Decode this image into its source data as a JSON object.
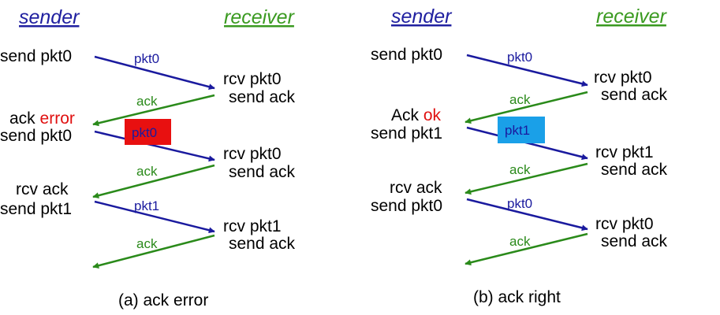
{
  "colors": {
    "sender_header": "#2020a0",
    "receiver_header": "#3a9a20",
    "pkt_arrow": "#1a1a9e",
    "ack_arrow": "#2a8a1a",
    "highlight_text": "#e01010",
    "box_error": "#e81010",
    "box_ok": "#1aa0e8"
  },
  "panel_a": {
    "sender_header": "sender",
    "receiver_header": "receiver",
    "send_pkt0_1": "send pkt0",
    "rcv_pkt0_1": "rcv pkt0",
    "send_ack_1": "send ack",
    "ack_word": "ack",
    "ack_status": "error",
    "send_pkt0_2": "send pkt0",
    "rcv_pkt0_2": "rcv pkt0",
    "send_ack_2": "send ack",
    "rcv_ack": "rcv ack",
    "send_pkt1": "send pkt1",
    "rcv_pkt1": "rcv pkt1",
    "send_ack_3": "send ack",
    "msg_pkt0_1": "pkt0",
    "msg_ack_1": "ack",
    "msg_pkt0_2": "pkt0",
    "msg_ack_2": "ack",
    "msg_pkt1": "pkt1",
    "msg_ack_3": "ack",
    "caption": "(a) ack error"
  },
  "panel_b": {
    "sender_header": "sender",
    "receiver_header": "receiver",
    "send_pkt0_1": "send pkt0",
    "rcv_pkt0_1": "rcv pkt0",
    "send_ack_1": "send ack",
    "ack_word": "Ack",
    "ack_status": "ok",
    "send_pkt1": "send pkt1",
    "rcv_pkt1": "rcv pkt1",
    "send_ack_2": "send ack",
    "rcv_ack": "rcv ack",
    "send_pkt0_2": "send pkt0",
    "rcv_pkt0_2": "rcv pkt0",
    "send_ack_3": "send ack",
    "msg_pkt0_1": "pkt0",
    "msg_ack_1": "ack",
    "msg_pkt1": "pkt1",
    "msg_ack_2": "ack",
    "msg_pkt0_2": "pkt0",
    "msg_ack_3": "ack",
    "caption": "(b) ack right"
  }
}
